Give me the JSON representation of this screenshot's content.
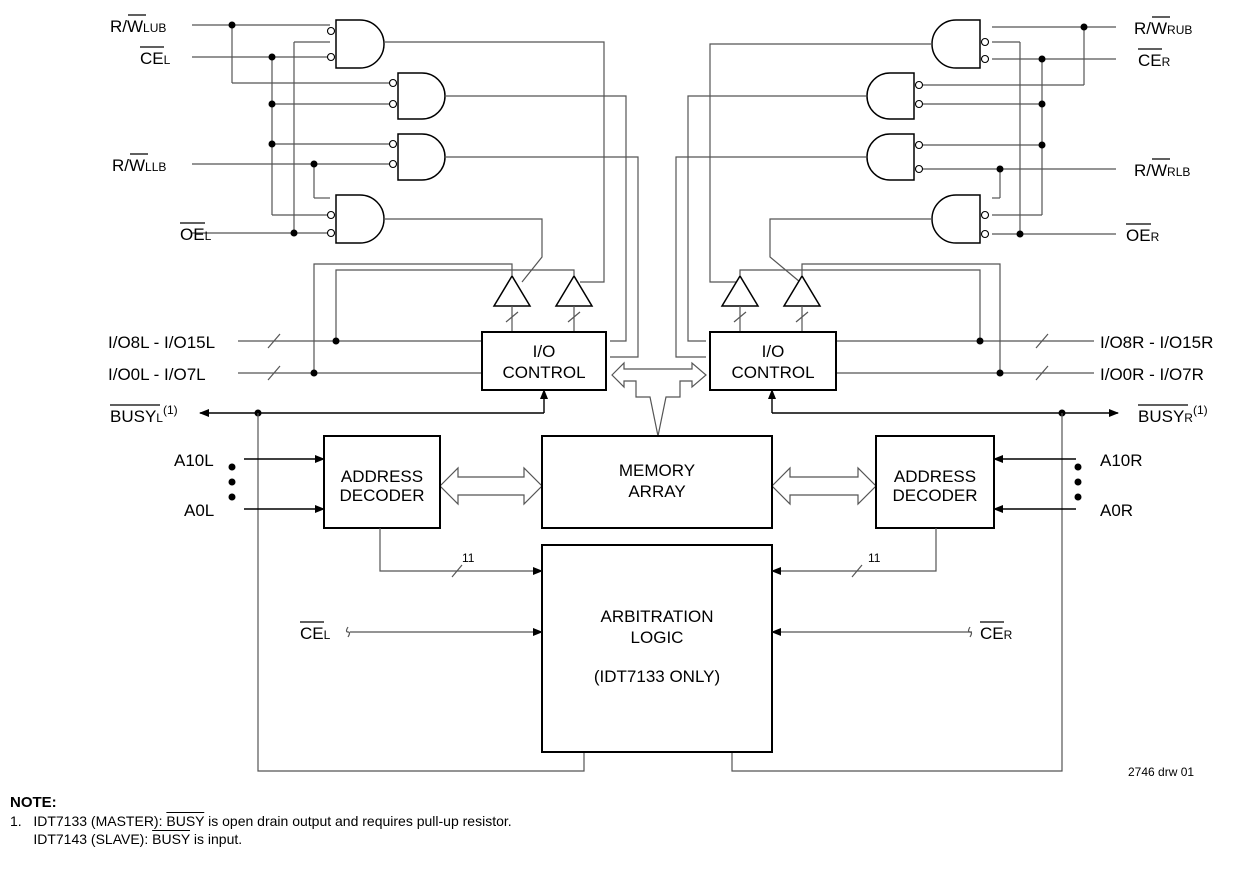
{
  "signals": {
    "rw_lub": {
      "a": "R/",
      "b": "W",
      "c": "LUB"
    },
    "ce_l": {
      "a": "CE",
      "b": "L"
    },
    "rw_llb": {
      "a": "R/",
      "b": "W",
      "c": "LLB"
    },
    "oe_l": {
      "a": "OE",
      "b": "L"
    },
    "rw_rub": {
      "a": "R/",
      "b": "W",
      "c": "RUB"
    },
    "ce_r": {
      "a": "CE",
      "b": "R"
    },
    "rw_rlb": {
      "a": "R/",
      "b": "W",
      "c": "RLB"
    },
    "oe_r": {
      "a": "OE",
      "b": "R"
    },
    "io_high_l": "I/O8L - I/O15L",
    "io_low_l": "I/O0L - I/O7L",
    "io_high_r": "I/O8R - I/O15R",
    "io_low_r": "I/O0R - I/O7R",
    "busy_l": {
      "a": "BUSY",
      "b": "L",
      "sup": "(1)"
    },
    "busy_r": {
      "a": "BUSY",
      "b": "R",
      "sup": "(1)"
    },
    "a10_l": "A10L",
    "a0_l": "A0L",
    "a10_r": "A10R",
    "a0_r": "A0R",
    "ce_l_arb": {
      "a": "CE",
      "b": "L"
    },
    "ce_r_arb": {
      "a": "CE",
      "b": "R"
    },
    "bus_width": "11"
  },
  "blocks": {
    "io_control_left": [
      "I/O",
      "CONTROL"
    ],
    "io_control_right": [
      "I/O",
      "CONTROL"
    ],
    "memory_array": [
      "MEMORY",
      "ARRAY"
    ],
    "address_decoder_left": [
      "ADDRESS",
      "DECODER"
    ],
    "address_decoder_right": [
      "ADDRESS",
      "DECODER"
    ],
    "arbitration_logic": [
      "ARBITRATION",
      "LOGIC",
      "(IDT7133 ONLY)"
    ]
  },
  "drawing_number": "2746 drw 01",
  "notes": {
    "title": "NOTE:",
    "line1_prefix": "1.   IDT7133 (MASTER): ",
    "line1_busy": "BUSY",
    "line1_suffix": " is open drain output and requires pull-up resistor.",
    "line2_prefix": "      IDT7143 (SLAVE): ",
    "line2_busy": "BUSY",
    "line2_suffix": " is input."
  }
}
